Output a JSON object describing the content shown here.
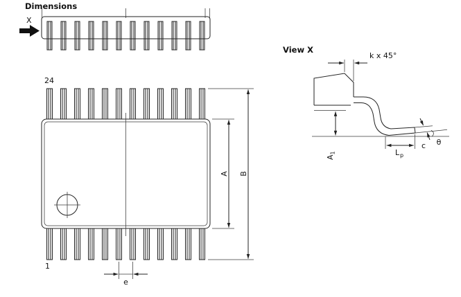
{
  "title": "Dimensions",
  "side_view": {
    "view_arrow_label": "X"
  },
  "top_view": {
    "pin_count_label": "24",
    "pin_one_label": "1",
    "dim_body_height": "A",
    "dim_total_height": "B",
    "dim_pitch": "e"
  },
  "view_x": {
    "title": "View X",
    "dim_chamfer": "k x 45°",
    "dim_standoff": {
      "base": "A",
      "sub": "1"
    },
    "dim_foot_length": {
      "base": "L",
      "sub": "p"
    },
    "dim_thickness": "c",
    "dim_angle": "θ"
  },
  "colors": {
    "line": "#222222",
    "text": "#111111",
    "background": "#ffffff"
  }
}
